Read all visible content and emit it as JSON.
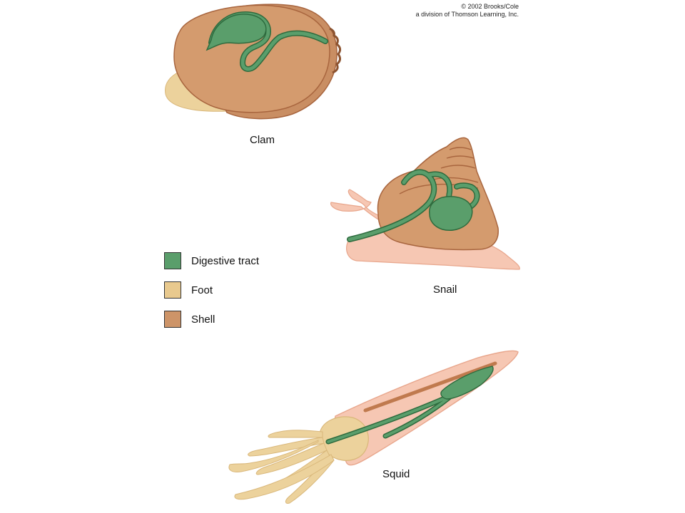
{
  "credit": {
    "line1": "© 2002 Brooks/Cole",
    "line2": "a division of Thomson Learning, Inc."
  },
  "organisms": {
    "clam": "Clam",
    "snail": "Snail",
    "squid": "Squid"
  },
  "legend": [
    {
      "label": "Digestive tract",
      "color": "#5a9e6b"
    },
    {
      "label": "Foot",
      "color": "#e8c98e"
    },
    {
      "label": "Shell",
      "color": "#cd9468"
    }
  ],
  "colors": {
    "digestive": "#5a9e6b",
    "digestive_outline": "#2e6b3e",
    "foot": "#e8c98e",
    "shell": "#cd9468",
    "shell_outline": "#a8653e",
    "mantle": "#f6c7b3"
  }
}
